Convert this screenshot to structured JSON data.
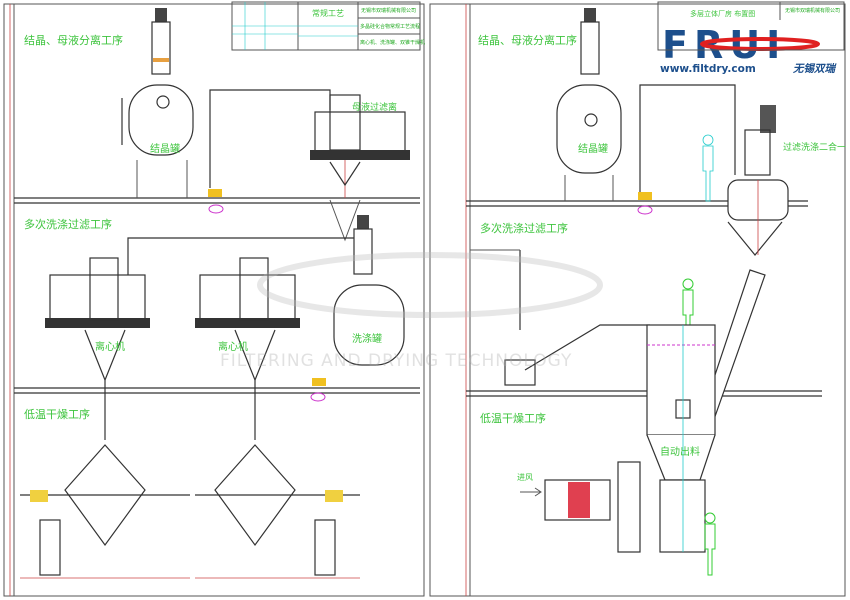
{
  "left_sheet": {
    "title_block": {
      "drawing_name": "常规工艺",
      "company": "无锡市双瑞机械有限公司",
      "process_title": "多晶硅化合物常规工艺流程",
      "equipment": "离心机、洗涤罐、双锥干燥机"
    },
    "sections": [
      {
        "label": "结晶、母液分离工序"
      },
      {
        "label": "多次洗涤过滤工序"
      },
      {
        "label": "低温干燥工序"
      }
    ],
    "equipment_labels": {
      "crystallizer": "结晶罐",
      "mother_liquor_centrifuge": "母液过滤离",
      "centrifuge_1": "离心机",
      "centrifuge_2": "离心机",
      "wash_tank": "洗涤罐"
    }
  },
  "right_sheet": {
    "title_block": {
      "drawing_name": "多层立体厂房 布置图",
      "company": "无锡市双瑞机械有限公司"
    },
    "sections": [
      {
        "label": "结晶、母液分离工序"
      },
      {
        "label": "多次洗涤过滤工序"
      },
      {
        "label": "低温干燥工序"
      }
    ],
    "equipment_labels": {
      "crystallizer": "结晶罐",
      "filter_washer": "过滤洗涤二合一",
      "auto_discharge": "自动出料",
      "air_inlet": "进风"
    }
  },
  "logo": {
    "brand": "FRUI",
    "website": "www.filtdry.com",
    "name_cn": "无锡双瑞"
  },
  "watermark": {
    "text": "FILTERING AND DRYING TECHNOLOGY"
  },
  "colors": {
    "label_green": "#3ec43e",
    "logo_blue": "#1d4f8c",
    "logo_red": "#e02020",
    "pipe_red": "#cc4444",
    "cyan": "#22cccc"
  }
}
